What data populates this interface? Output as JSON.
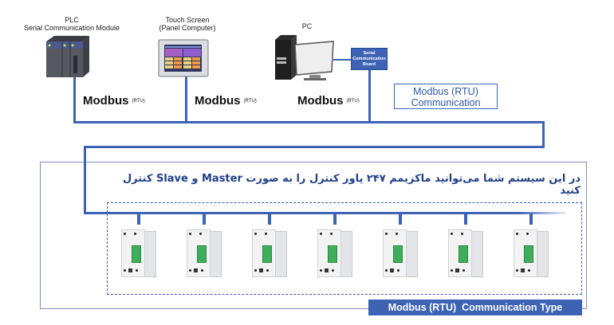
{
  "devices": {
    "plc": {
      "label_line1": "PLC",
      "label_line2": "Serial Communication Module"
    },
    "touch_screen": {
      "label_line1": "Touch Screen",
      "label_line2": "(Panel Computer)"
    },
    "pc": {
      "label_line1": "PC"
    },
    "serial_board": {
      "label_line1": "Serial",
      "label_line2": "Communication",
      "label_line3": "Board"
    }
  },
  "protocol_labels": [
    {
      "main": "Modbus",
      "sub": "(RTU)"
    },
    {
      "main": "Modbus",
      "sub": "(RTU)"
    },
    {
      "main": "Modbus",
      "sub": "(RTU)"
    }
  ],
  "communication_box": {
    "line1": "Modbus (RTU)",
    "line2": "Communication"
  },
  "info_text": "در این سیستم شما می‌توانید ماکزیمم ۲۴۷ پاور کنترل را به صورت Master و Slave کنترل کنید",
  "power_controllers": {
    "count": 7,
    "icon": "power-controller-icon"
  },
  "type_badge": "Modbus (RTU)  Communication Type",
  "colors": {
    "bus": "#3b63b8",
    "badge_bg": "#3d63b5",
    "frame": "#6b7fb5",
    "text_blue": "#2f55a8"
  }
}
